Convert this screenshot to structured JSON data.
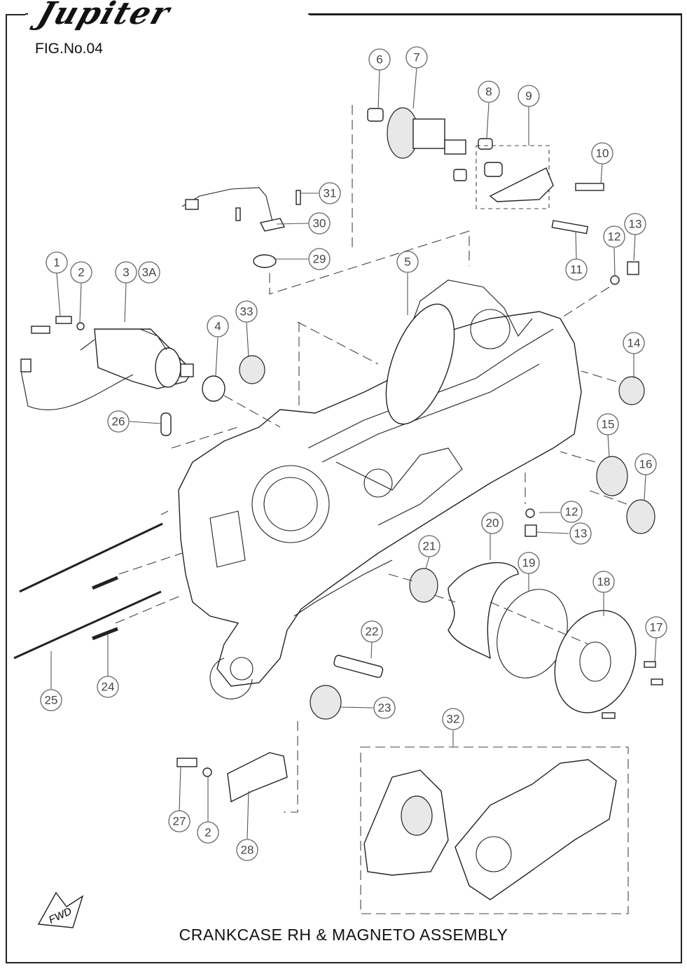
{
  "header": {
    "brand_logo": "Jupiter",
    "figure_number": "FIG.No.04"
  },
  "footer": {
    "title": "CRANKCASE RH & MAGNETO ASSEMBLY",
    "fwd_label": "FWD"
  },
  "callouts": [
    "1",
    "2",
    "3",
    "3A",
    "4",
    "5",
    "6",
    "7",
    "8",
    "9",
    "10",
    "11",
    "12",
    "13",
    "14",
    "15",
    "16",
    "17",
    "18",
    "19",
    "20",
    "21",
    "22",
    "23",
    "24",
    "25",
    "26",
    "27",
    "2",
    "28",
    "29",
    "30",
    "31",
    "32",
    "33",
    "12",
    "13"
  ]
}
